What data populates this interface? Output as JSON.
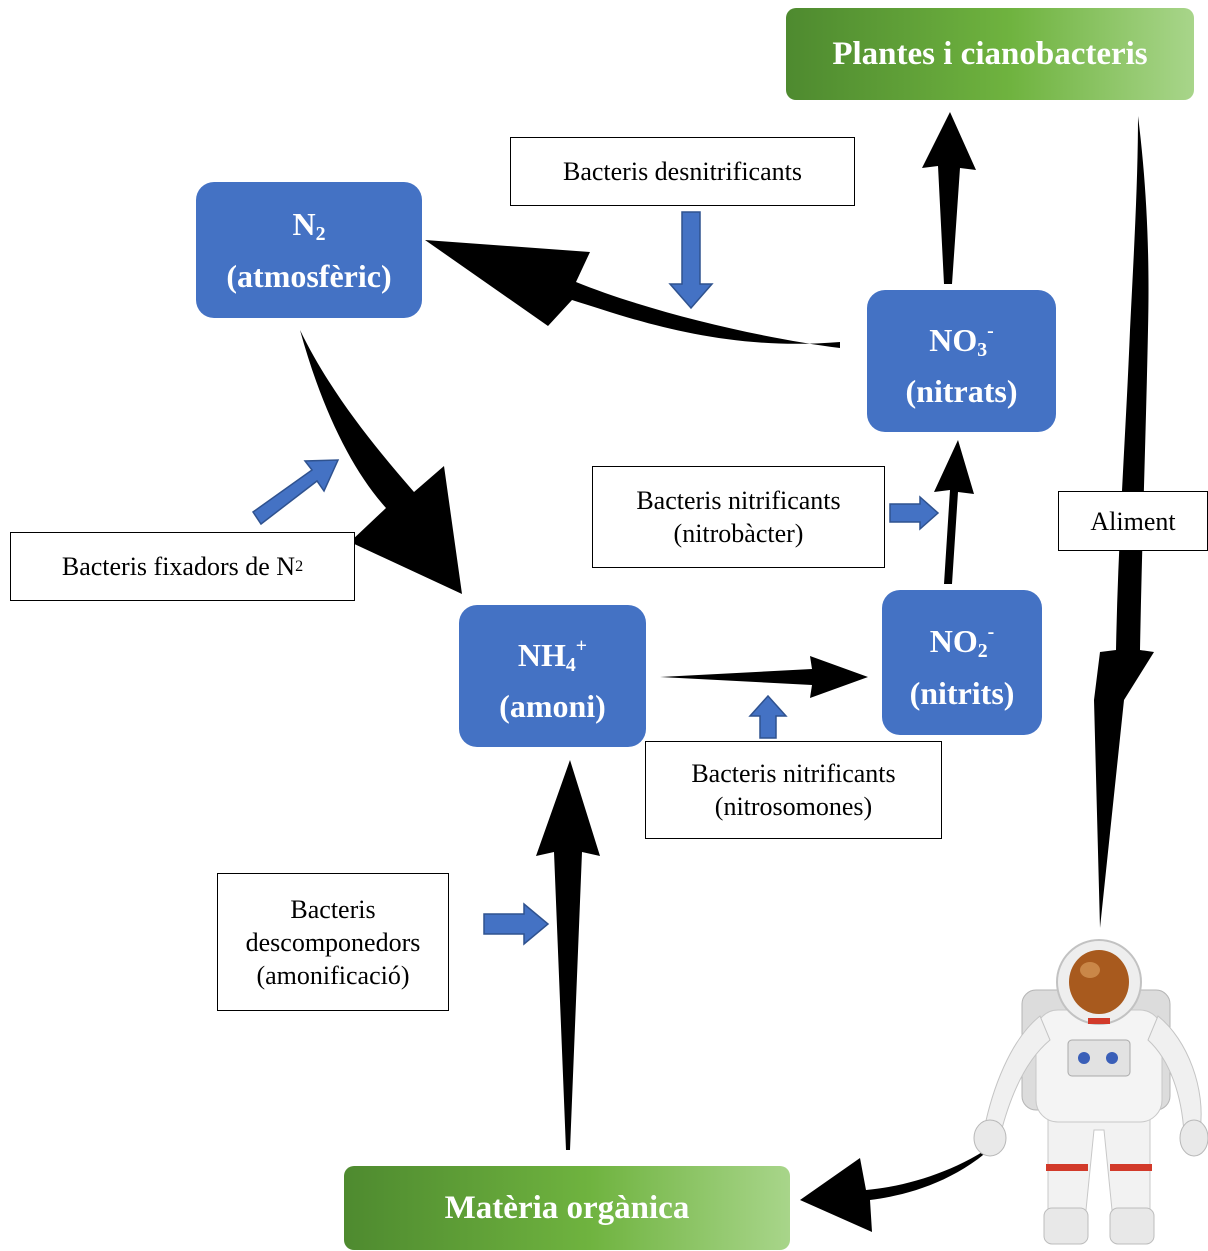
{
  "nodes": {
    "n2": {
      "formula": "N",
      "sub": "2",
      "sup": "",
      "name": "(atmosfèric)"
    },
    "no3": {
      "formula": "NO",
      "sub": "3",
      "sup": "-",
      "name": "(nitrats)"
    },
    "nh4": {
      "formula": "NH",
      "sub": "4",
      "sup": "+",
      "name": "(amoni)"
    },
    "no2": {
      "formula": "NO",
      "sub": "2",
      "sup": "-",
      "name": "(nitrits)"
    }
  },
  "ends": {
    "plants": "Plantes i cianobacteris",
    "organic": "Matèria orgànica"
  },
  "labels": {
    "denitrifying": "Bacteris desnitrificants",
    "fixers": {
      "text": "Bacteris fixadors de N",
      "sub": "2"
    },
    "nitrobacter": {
      "line1": "Bacteris nitrificants",
      "line2": "(nitrobàcter)"
    },
    "nitrosomonas": {
      "line1": "Bacteris nitrificants",
      "line2": "(nitrosomones)"
    },
    "decomposers": {
      "line1": "Bacteris",
      "line2": "descomponedors",
      "line3": "(amonificació)"
    },
    "food": "Aliment"
  },
  "colors": {
    "node_blue": "#4472C4",
    "arrow_black": "#000000",
    "small_arrow": "#4472C4",
    "green_dark": "#4e8a2f",
    "green_light": "#a8d58a"
  },
  "icons": {
    "person": "astronaut-icon"
  }
}
